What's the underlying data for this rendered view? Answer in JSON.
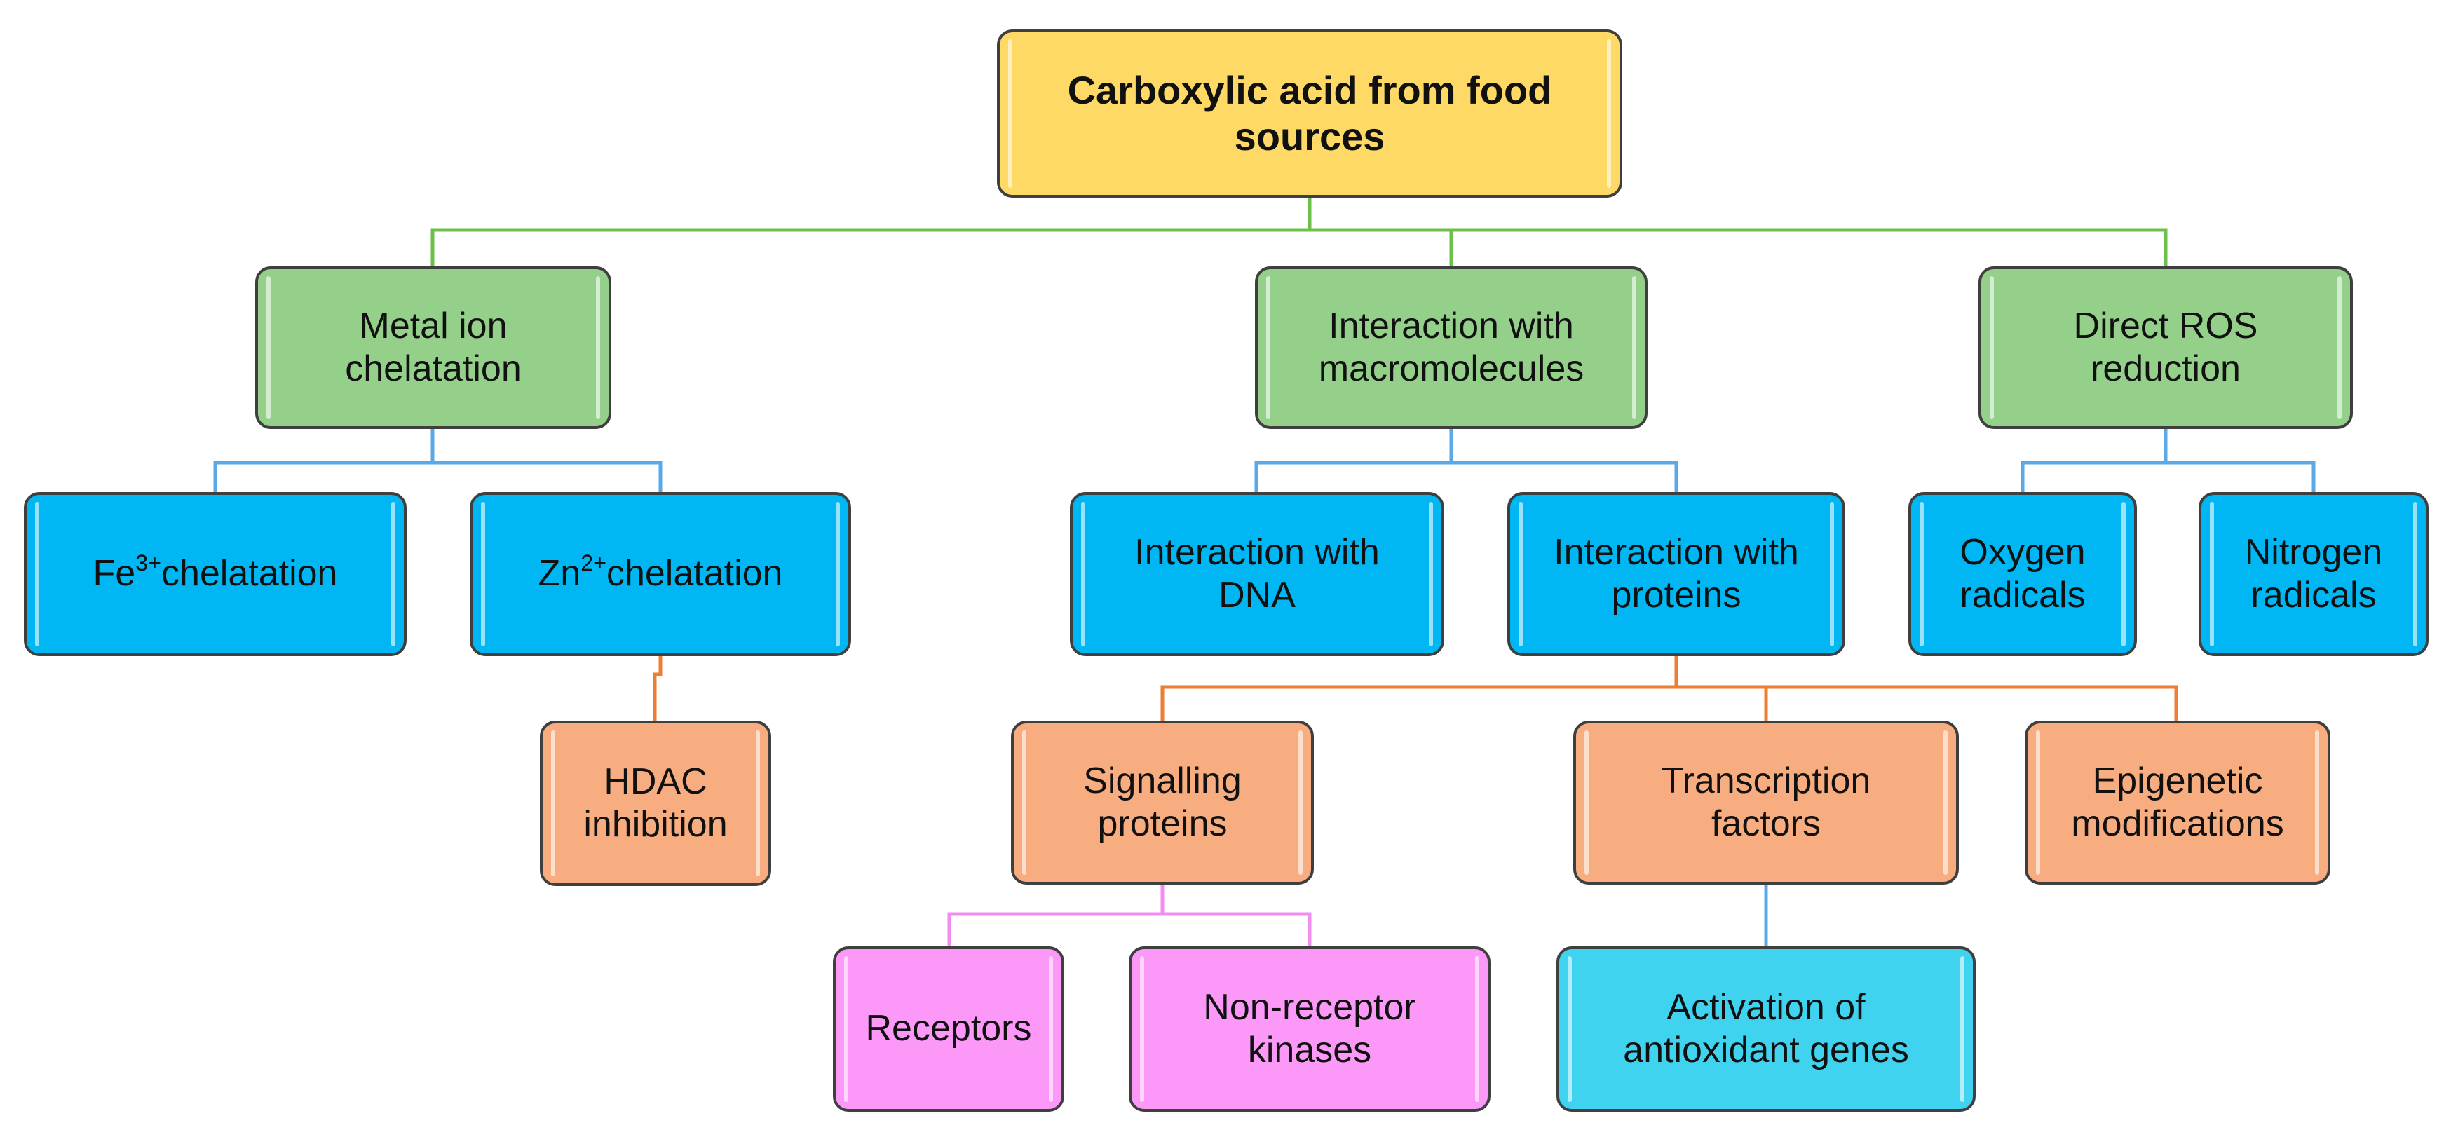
{
  "root": {
    "line1": "Carboxylic acid from food",
    "line2": "sources"
  },
  "level1": {
    "metal": {
      "line1": "Metal ion",
      "line2": "chelatation"
    },
    "macro": {
      "line1": "Interaction with",
      "line2": "macromolecules"
    },
    "ros": {
      "line1": "Direct ROS",
      "line2": "reduction"
    }
  },
  "fe": {
    "base": "Fe",
    "sup": "3+",
    "rest": "chelatation"
  },
  "zn": {
    "base": "Zn",
    "sup": "2+",
    "rest": "chelatation"
  },
  "dna": {
    "line1": "Interaction with",
    "line2": "DNA"
  },
  "proteins": {
    "line1": "Interaction with",
    "line2": "proteins"
  },
  "oxygen": {
    "line1": "Oxygen",
    "line2": "radicals"
  },
  "nitrogen": {
    "line1": "Nitrogen",
    "line2": "radicals"
  },
  "hdac": {
    "line1": "HDAC",
    "line2": "inhibition"
  },
  "signalling": {
    "line1": "Signalling",
    "line2": "proteins"
  },
  "transcription": {
    "line1": "Transcription",
    "line2": "factors"
  },
  "epigenetic": {
    "line1": "Epigenetic",
    "line2": "modifications"
  },
  "receptors": {
    "line1": "Receptors"
  },
  "nonreceptor": {
    "line1": "Non-receptor",
    "line2": "kinases"
  },
  "activation": {
    "line1": "Activation of",
    "line2": "antioxidant genes"
  },
  "colors": {
    "root": "#ffd966",
    "green": "#94d08a",
    "blue": "#00b6f3",
    "orange": "#f8ad80",
    "pink": "#fc99f8",
    "cyan": "#3fd3f0",
    "green_line": "#6cc04a",
    "blue_line": "#5aa9e6",
    "orange_line": "#ed7d31",
    "pink_line": "#f28ef0"
  }
}
